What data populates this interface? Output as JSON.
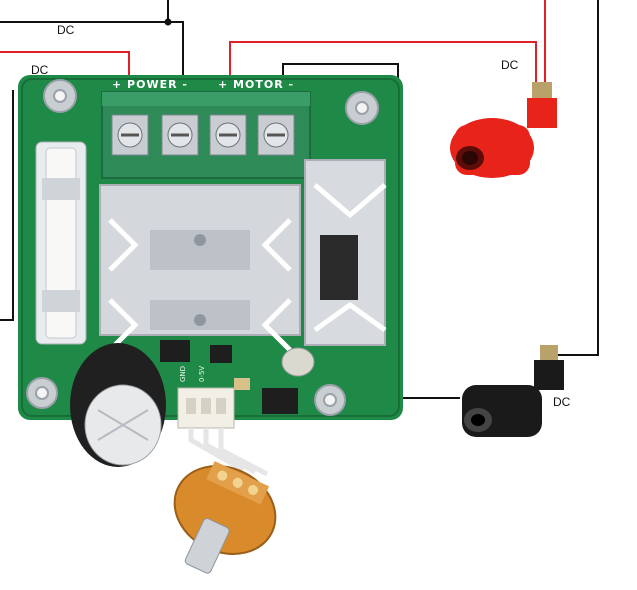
{
  "labels": {
    "dc_top": "DC",
    "dc_left": "DC",
    "dc_red": "DC",
    "dc_black": "DC"
  },
  "board": {
    "power_label": "+ POWER -",
    "motor_label": "+ MOTOR -",
    "gnd_label": "GND",
    "v_label": "0-5V"
  },
  "colors": {
    "pcb": "#1f8a48",
    "wire_red": "#e0202a",
    "wire_black": "#111111",
    "terminal": "#2e8b57",
    "heatsink": "#d4d8dc",
    "post_red": "#e8241a",
    "post_black": "#1a1a1a",
    "capacitor": "#202020",
    "pot_body": "#d98b2b"
  }
}
